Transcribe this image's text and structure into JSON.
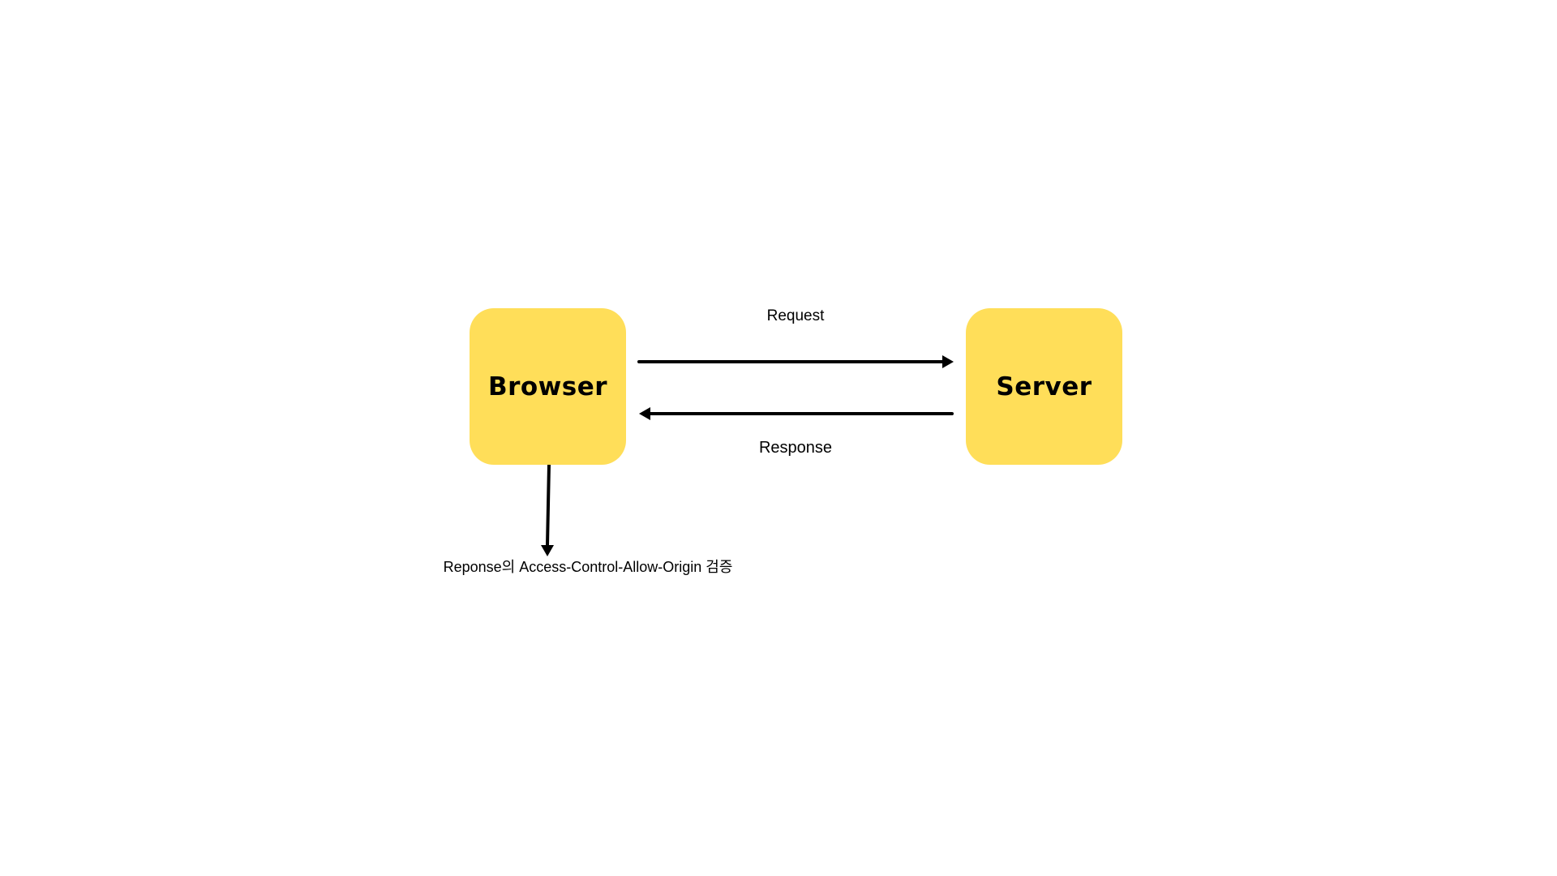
{
  "diagram": {
    "nodes": {
      "browser": {
        "label": "Browser"
      },
      "server": {
        "label": "Server"
      }
    },
    "edges": {
      "request": {
        "label": "Request",
        "from": "Browser",
        "to": "Server"
      },
      "response": {
        "label": "Response",
        "from": "Server",
        "to": "Browser"
      },
      "check": {
        "label": "Reponse의 Access-Control-Allow-Origin 검증",
        "from": "Browser"
      }
    },
    "colors": {
      "node_fill": "#FFDE59",
      "line": "#000000",
      "background": "#FFFFFF"
    }
  }
}
